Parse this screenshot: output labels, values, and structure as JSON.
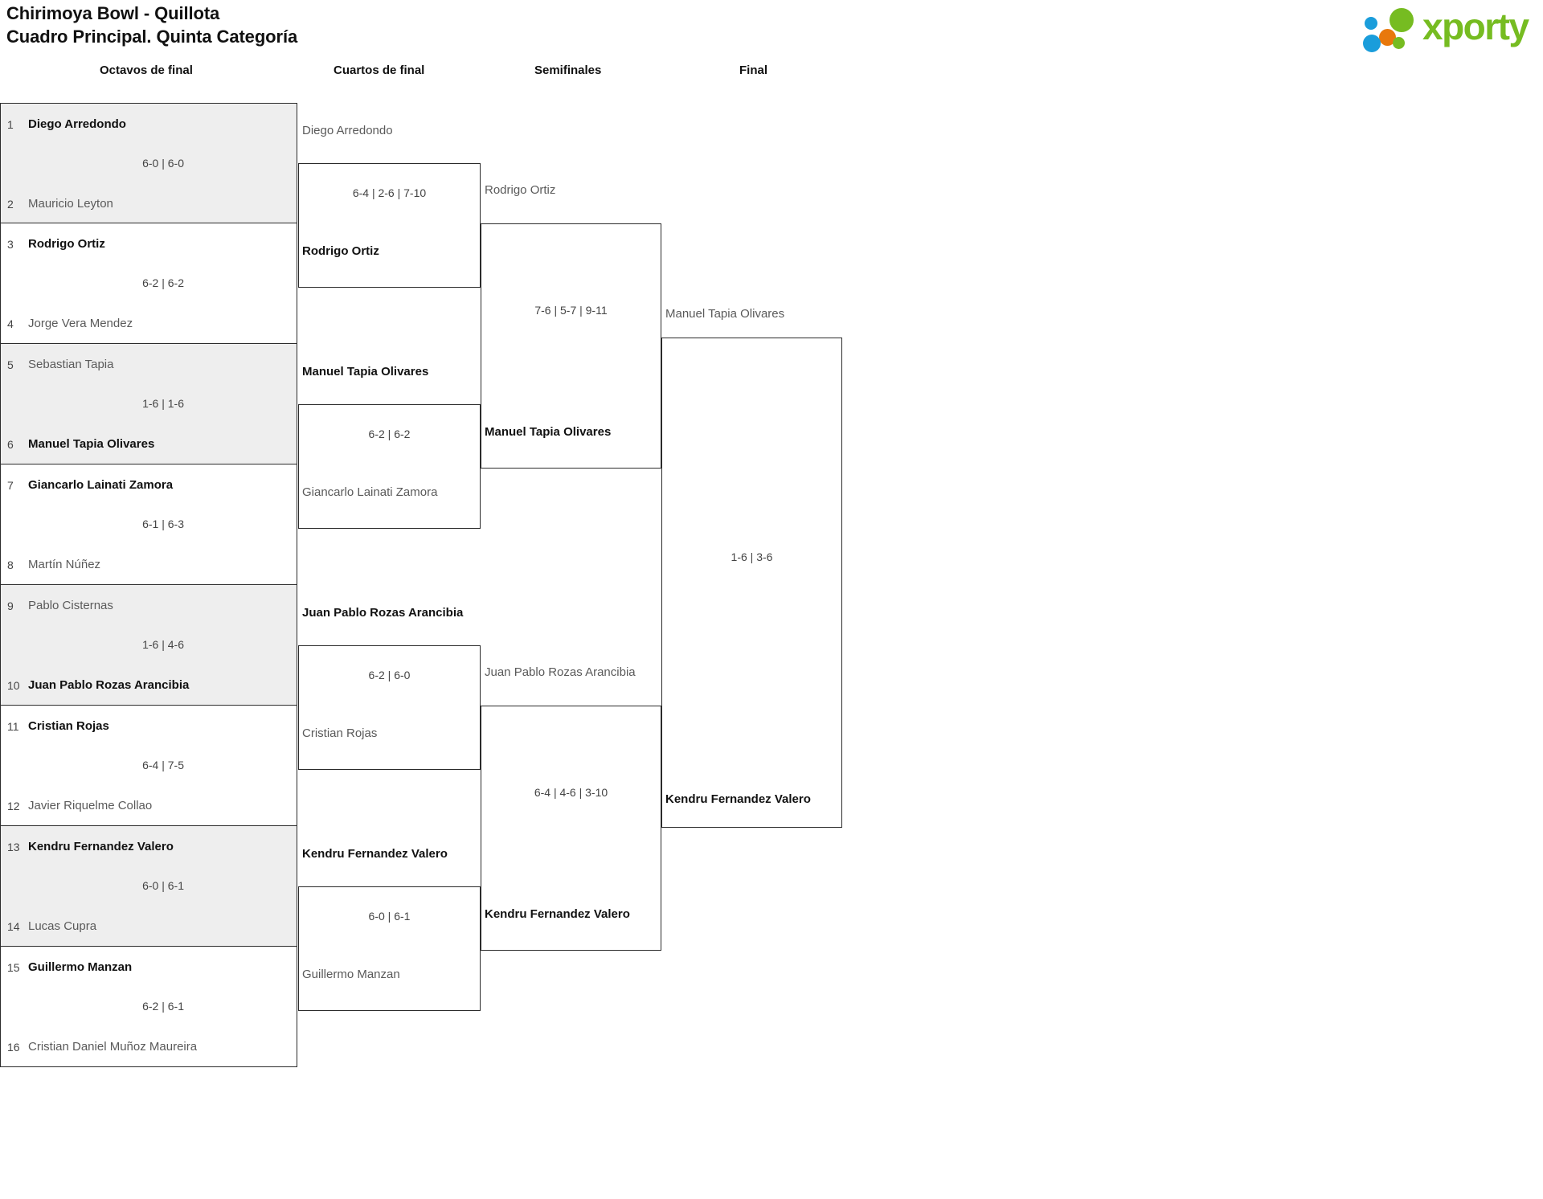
{
  "header": {
    "title_line1": "Chirimoya Bowl - Quillota",
    "title_line2": "Cuadro Principal. Quinta Categoría",
    "logo_word": "xporty"
  },
  "rounds": [
    {
      "id": "r16",
      "label": "Octavos de final"
    },
    {
      "id": "qf",
      "label": "Cuartos de final"
    },
    {
      "id": "sf",
      "label": "Semifinales"
    },
    {
      "id": "f",
      "label": "Final"
    }
  ],
  "round1": {
    "players": [
      {
        "seed": "1",
        "name": "Diego Arredondo",
        "result": "win"
      },
      {
        "seed": "2",
        "name": "Mauricio Leyton",
        "result": "lose"
      },
      {
        "seed": "3",
        "name": "Rodrigo Ortiz",
        "result": "win"
      },
      {
        "seed": "4",
        "name": "Jorge Vera Mendez",
        "result": "lose"
      },
      {
        "seed": "5",
        "name": "Sebastian Tapia",
        "result": "lose"
      },
      {
        "seed": "6",
        "name": "Manuel Tapia Olivares",
        "result": "win"
      },
      {
        "seed": "7",
        "name": "Giancarlo Lainati Zamora",
        "result": "win"
      },
      {
        "seed": "8",
        "name": "Martín Núñez",
        "result": "lose"
      },
      {
        "seed": "9",
        "name": "Pablo Cisternas",
        "result": "lose"
      },
      {
        "seed": "10",
        "name": "Juan Pablo Rozas Arancibia",
        "result": "win"
      },
      {
        "seed": "11",
        "name": "Cristian Rojas",
        "result": "win"
      },
      {
        "seed": "12",
        "name": "Javier Riquelme Collao",
        "result": "lose"
      },
      {
        "seed": "13",
        "name": "Kendru Fernandez Valero",
        "result": "win"
      },
      {
        "seed": "14",
        "name": "Lucas Cupra",
        "result": "lose"
      },
      {
        "seed": "15",
        "name": "Guillermo Manzan",
        "result": "win"
      },
      {
        "seed": "16",
        "name": "Cristian Daniel Muñoz Maureira",
        "result": "lose"
      }
    ],
    "scores": [
      "6-0 | 6-0",
      "6-2 | 6-2",
      "1-6 | 1-6",
      "6-1 | 6-3",
      "1-6 | 4-6",
      "6-4 | 7-5",
      "6-0 | 6-1",
      "6-2 | 6-1"
    ]
  },
  "quarterfinals": [
    {
      "top": {
        "name": "Diego Arredondo",
        "result": "lose"
      },
      "bottom": {
        "name": "Rodrigo Ortiz",
        "result": "win"
      },
      "score": "6-4 | 2-6 | 7-10"
    },
    {
      "top": {
        "name": "Manuel Tapia Olivares",
        "result": "win"
      },
      "bottom": {
        "name": "Giancarlo Lainati Zamora",
        "result": "lose"
      },
      "score": "6-2 | 6-2"
    },
    {
      "top": {
        "name": "Juan Pablo Rozas Arancibia",
        "result": "win"
      },
      "bottom": {
        "name": "Cristian Rojas",
        "result": "lose"
      },
      "score": "6-2 | 6-0"
    },
    {
      "top": {
        "name": "Kendru Fernandez Valero",
        "result": "win"
      },
      "bottom": {
        "name": "Guillermo Manzan",
        "result": "lose"
      },
      "score": "6-0 | 6-1"
    }
  ],
  "semifinals": [
    {
      "top": {
        "name": "Rodrigo Ortiz",
        "result": "lose"
      },
      "bottom": {
        "name": "Manuel Tapia Olivares",
        "result": "win"
      },
      "score": "7-6 | 5-7 | 9-11"
    },
    {
      "top": {
        "name": "Juan Pablo Rozas Arancibia",
        "result": "lose"
      },
      "bottom": {
        "name": "Kendru Fernandez Valero",
        "result": "win"
      },
      "score": "6-4 | 4-6 | 3-10"
    }
  ],
  "final": {
    "top": {
      "name": "Manuel Tapia Olivares",
      "result": "lose"
    },
    "bottom": {
      "name": "Kendru Fernandez Valero",
      "result": "win"
    },
    "score": "1-6 | 3-6"
  },
  "colors": {
    "line": "#2b2b2b",
    "shaded_row": "#eeeeee",
    "winner_text": "#111111",
    "loser_text": "#5a5a5a",
    "logo_green": "#76bc21",
    "logo_blue": "#1a9ddb",
    "logo_orange": "#e8780c"
  }
}
